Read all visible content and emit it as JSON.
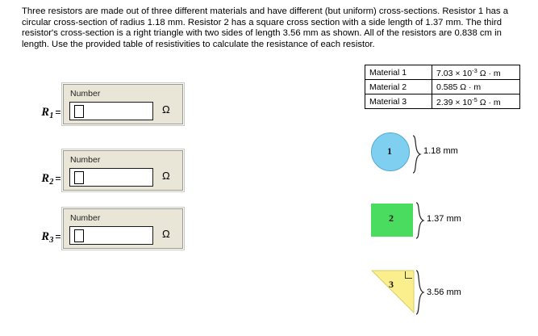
{
  "problem": {
    "text": "Three resistors are made out of three different materials and have different (but uniform) cross-sections. Resistor 1 has a circular cross-section of radius 1.18 mm. Resistor 2 has a square cross section with a side length of 1.37 mm. The third resistor's cross-section is a right triangle with two sides of length 3.56 mm as shown. All of the resistors are 0.838 cm in length. Use the provided table of resistivities to calculate the resistance of each resistor."
  },
  "answers": {
    "legend_label": "Number",
    "unit": "Ω",
    "input_value": "",
    "input_placeholder": "",
    "rows": [
      {
        "symbol": "R",
        "subscript": "1",
        "equals": "="
      },
      {
        "symbol": "R",
        "subscript": "2",
        "equals": "="
      },
      {
        "symbol": "R",
        "subscript": "3",
        "equals": "="
      }
    ]
  },
  "resistivity_table": {
    "rows": [
      {
        "material": "Material 1",
        "mantissa": "7.03 × 10",
        "exponent": "-3",
        "unit": " Ω · m",
        "plain": ""
      },
      {
        "material": "Material 2",
        "mantissa": "0.585",
        "exponent": "",
        "unit": " Ω · m",
        "plain": "0.585 Ω · m"
      },
      {
        "material": "Material 3",
        "mantissa": "2.39 × 10",
        "exponent": "-5",
        "unit": " Ω · m",
        "plain": ""
      }
    ]
  },
  "figures": [
    {
      "shape": "circle",
      "number": "1",
      "dimension": "1.18 mm",
      "color": "#7FCFF0"
    },
    {
      "shape": "square",
      "number": "2",
      "dimension": "1.37 mm",
      "color": "#4ADC5F"
    },
    {
      "shape": "triangle",
      "number": "3",
      "dimension": "3.56 mm",
      "color": "#FBEE8C"
    }
  ]
}
